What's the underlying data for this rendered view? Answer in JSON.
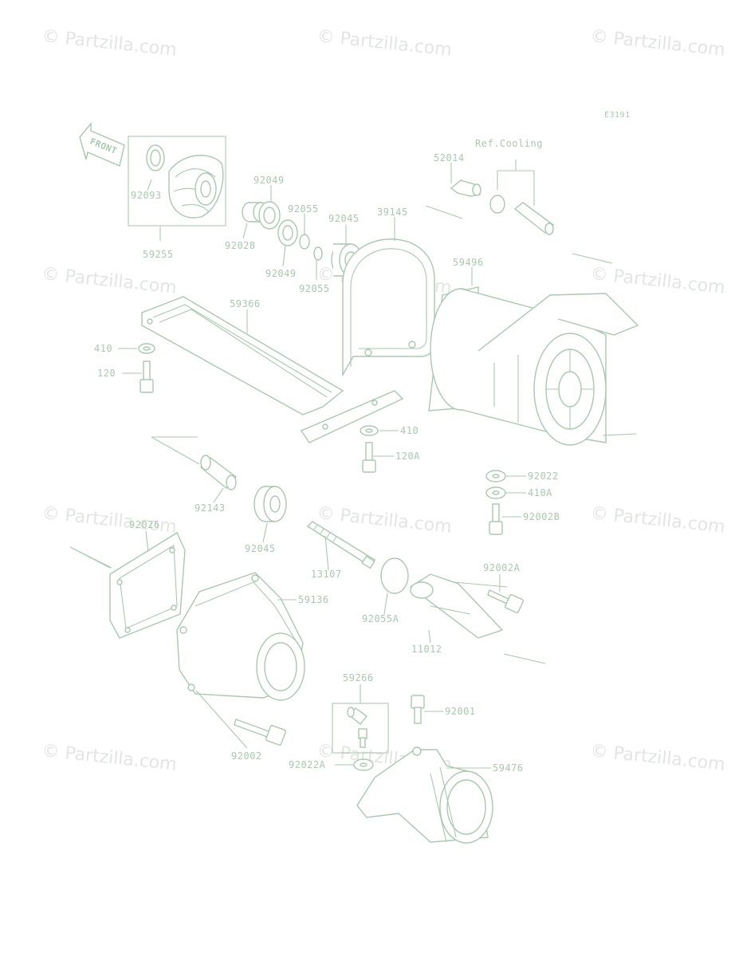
{
  "watermark": "© Partzilla.com",
  "diagram": {
    "code": "E3191",
    "ref_note": "Ref.Cooling",
    "front_tag": "FRONT"
  },
  "parts": [
    {
      "id": "p92093",
      "number": "92093"
    },
    {
      "id": "p59255",
      "number": "59255"
    },
    {
      "id": "p92049a",
      "number": "92049"
    },
    {
      "id": "p92055a",
      "number": "92055"
    },
    {
      "id": "p92045a",
      "number": "92045"
    },
    {
      "id": "p39145",
      "number": "39145"
    },
    {
      "id": "p52014",
      "number": "52014"
    },
    {
      "id": "p92028",
      "number": "92028"
    },
    {
      "id": "p92049b",
      "number": "92049"
    },
    {
      "id": "p92055b",
      "number": "92055"
    },
    {
      "id": "p59496",
      "number": "59496"
    },
    {
      "id": "p59366",
      "number": "59366"
    },
    {
      "id": "p410",
      "number": "410"
    },
    {
      "id": "p120",
      "number": "120"
    },
    {
      "id": "p410b",
      "number": "410"
    },
    {
      "id": "p120A",
      "number": "120A"
    },
    {
      "id": "p92022",
      "number": "92022"
    },
    {
      "id": "p410A",
      "number": "410A"
    },
    {
      "id": "p92002B",
      "number": "92002B"
    },
    {
      "id": "p92143",
      "number": "92143"
    },
    {
      "id": "p92026",
      "number": "92026"
    },
    {
      "id": "p92045b",
      "number": "92045"
    },
    {
      "id": "p13107",
      "number": "13107"
    },
    {
      "id": "p92002A",
      "number": "92002A"
    },
    {
      "id": "p59136",
      "number": "59136"
    },
    {
      "id": "p92055A",
      "number": "92055A"
    },
    {
      "id": "p11012",
      "number": "11012"
    },
    {
      "id": "p59266",
      "number": "59266"
    },
    {
      "id": "p92001",
      "number": "92001"
    },
    {
      "id": "p92002",
      "number": "92002"
    },
    {
      "id": "p92022A",
      "number": "92022A"
    },
    {
      "id": "p59476",
      "number": "59476"
    }
  ]
}
